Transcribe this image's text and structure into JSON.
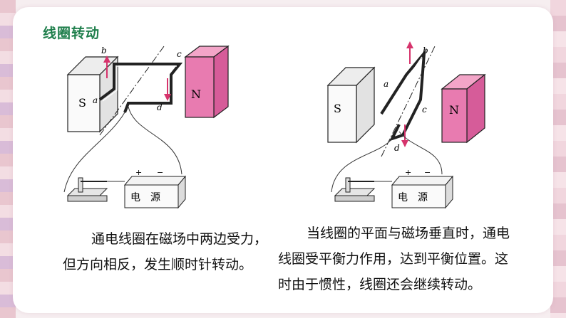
{
  "title": "线圈转动",
  "left_diagram": {
    "labels": {
      "a": "a",
      "b": "b",
      "c": "c",
      "d": "d",
      "s": "S",
      "n": "N"
    },
    "battery_label": "电　源",
    "plus": "+",
    "minus": "−"
  },
  "right_diagram": {
    "labels": {
      "a": "a",
      "b": "b",
      "c": "c",
      "d": "d",
      "s": "S",
      "n": "N"
    },
    "battery_label": "电　源",
    "plus": "+",
    "minus": "−"
  },
  "captions": {
    "left": [
      "通电线圈在磁场中两边受力，",
      "但方向相反，发生顺时针转动。"
    ],
    "right": [
      "当线圈的平面与磁场垂直时，通电",
      "线圈受平衡力作用，达到平衡位置。这",
      "时由于惯性，线圈还会继续转动。"
    ]
  },
  "colors": {
    "title": "#1f7f4c",
    "magnet_n": "#e87bb0",
    "arrow": "#d6336c"
  }
}
